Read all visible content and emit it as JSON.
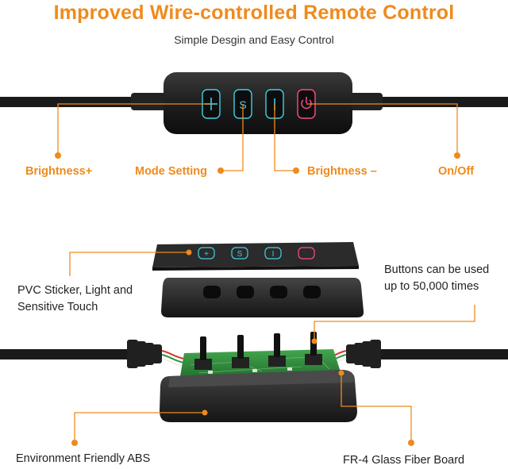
{
  "header": {
    "title": "Improved Wire-controlled Remote Control",
    "subtitle": "Simple Desgin and Easy Control"
  },
  "callouts_top": {
    "brightness_plus": "Brightness+",
    "mode_setting": "Mode Setting",
    "brightness_minus": "Brightness –",
    "on_off": "On/Off"
  },
  "callouts_bottom": {
    "pvc_sticker_line1": "PVC Sticker, Light and",
    "pvc_sticker_line2": "Sensitive Touch",
    "buttons_line1": "Buttons can be used",
    "buttons_line2": "up to 50,000 times",
    "abs": "Environment Friendly ABS",
    "pcb": "FR-4 Glass Fiber Board"
  },
  "colors": {
    "accent": "#f08a1c",
    "device": "#1c1c1c",
    "button_glow": "#3fd0e6",
    "power_glow": "#ff4a8a",
    "pcb": "#2e8a3c"
  }
}
